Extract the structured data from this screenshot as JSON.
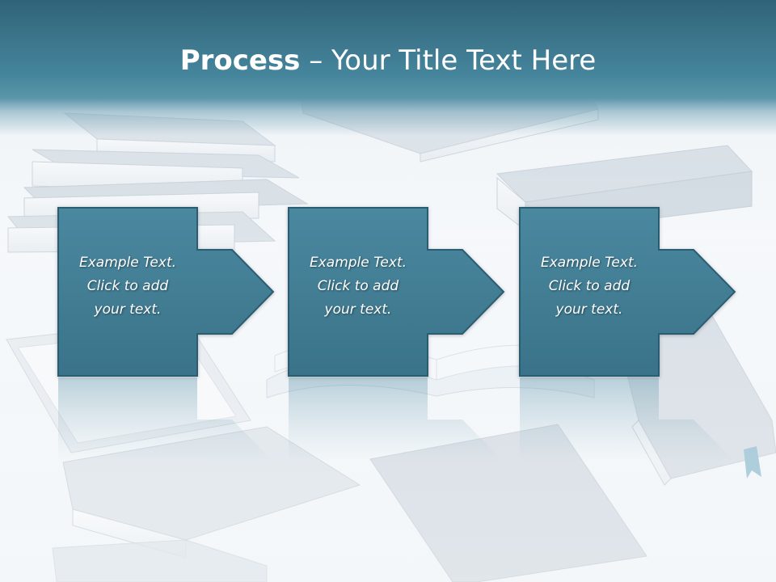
{
  "slide": {
    "title_bold": "Process",
    "title_rest": " – Your Title Text Here"
  },
  "steps": [
    {
      "line1": "Example Text.",
      "line2": "Click  to add",
      "line3": "your text."
    },
    {
      "line1": "Example Text.",
      "line2": "Click  to add",
      "line3": "your text."
    },
    {
      "line1": "Example Text.",
      "line2": "Click  to add",
      "line3": "your text."
    }
  ],
  "colors": {
    "header": "#3a7389",
    "box_fill": "#3f7c93",
    "box_border": "#2b5d72",
    "box_reflection": "#9fbccb",
    "book_tone": "#c9d3dc"
  },
  "background_image": "books-illustration"
}
